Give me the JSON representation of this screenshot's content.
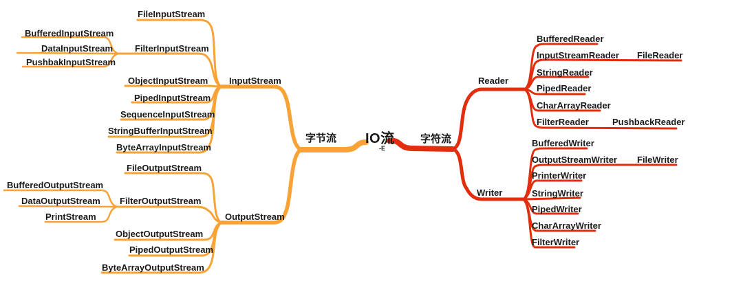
{
  "mindmap": {
    "root": {
      "label": "IO流",
      "marker": "-E"
    },
    "colors": {
      "byte_branch": "#F9A236",
      "char_branch": "#E22D0E",
      "text": "#1A1A1A",
      "background": "#FFFFFF"
    },
    "byte_branch": {
      "label": "字节流",
      "input": {
        "label": "InputStream",
        "children": [
          {
            "label": "FileInputStream"
          },
          {
            "label": "FilterInputStream",
            "children": [
              {
                "label": "BufferedInputStream"
              },
              {
                "label": "DataInputStream"
              },
              {
                "label": "PushbakInputStream"
              }
            ]
          },
          {
            "label": "ObjectInputStream"
          },
          {
            "label": "PipedInputStream"
          },
          {
            "label": "SequenceInputStream"
          },
          {
            "label": "StringBufferInputStream"
          },
          {
            "label": "ByteArrayInputStream"
          }
        ]
      },
      "output": {
        "label": "OutputStream",
        "children": [
          {
            "label": "FileOutputStream"
          },
          {
            "label": "FilterOutputStream",
            "children": [
              {
                "label": "BufferedOutputStream"
              },
              {
                "label": "DataOutputStream"
              },
              {
                "label": "PrintStream"
              }
            ]
          },
          {
            "label": "ObjectOutputStream"
          },
          {
            "label": "PipedOutputStream"
          },
          {
            "label": "ByteArrayOutputStream"
          }
        ]
      }
    },
    "char_branch": {
      "label": "字符流",
      "reader": {
        "label": "Reader",
        "children": [
          {
            "label": "BufferedReader"
          },
          {
            "label": "InputStreamReader",
            "children": [
              {
                "label": "FileReader"
              }
            ]
          },
          {
            "label": "StringReader"
          },
          {
            "label": "PipedReader"
          },
          {
            "label": "CharArrayReader"
          },
          {
            "label": "FilterReader",
            "children": [
              {
                "label": "PushbackReader"
              }
            ]
          }
        ]
      },
      "writer": {
        "label": "Writer",
        "children": [
          {
            "label": "BufferedWriter"
          },
          {
            "label": "OutputStreamWriter",
            "children": [
              {
                "label": "FileWriter"
              }
            ]
          },
          {
            "label": "PrinterWriter"
          },
          {
            "label": "StringWriter"
          },
          {
            "label": "PipedWriter"
          },
          {
            "label": "CharArrayWriter"
          },
          {
            "label": "FilterWriter"
          }
        ]
      }
    }
  }
}
